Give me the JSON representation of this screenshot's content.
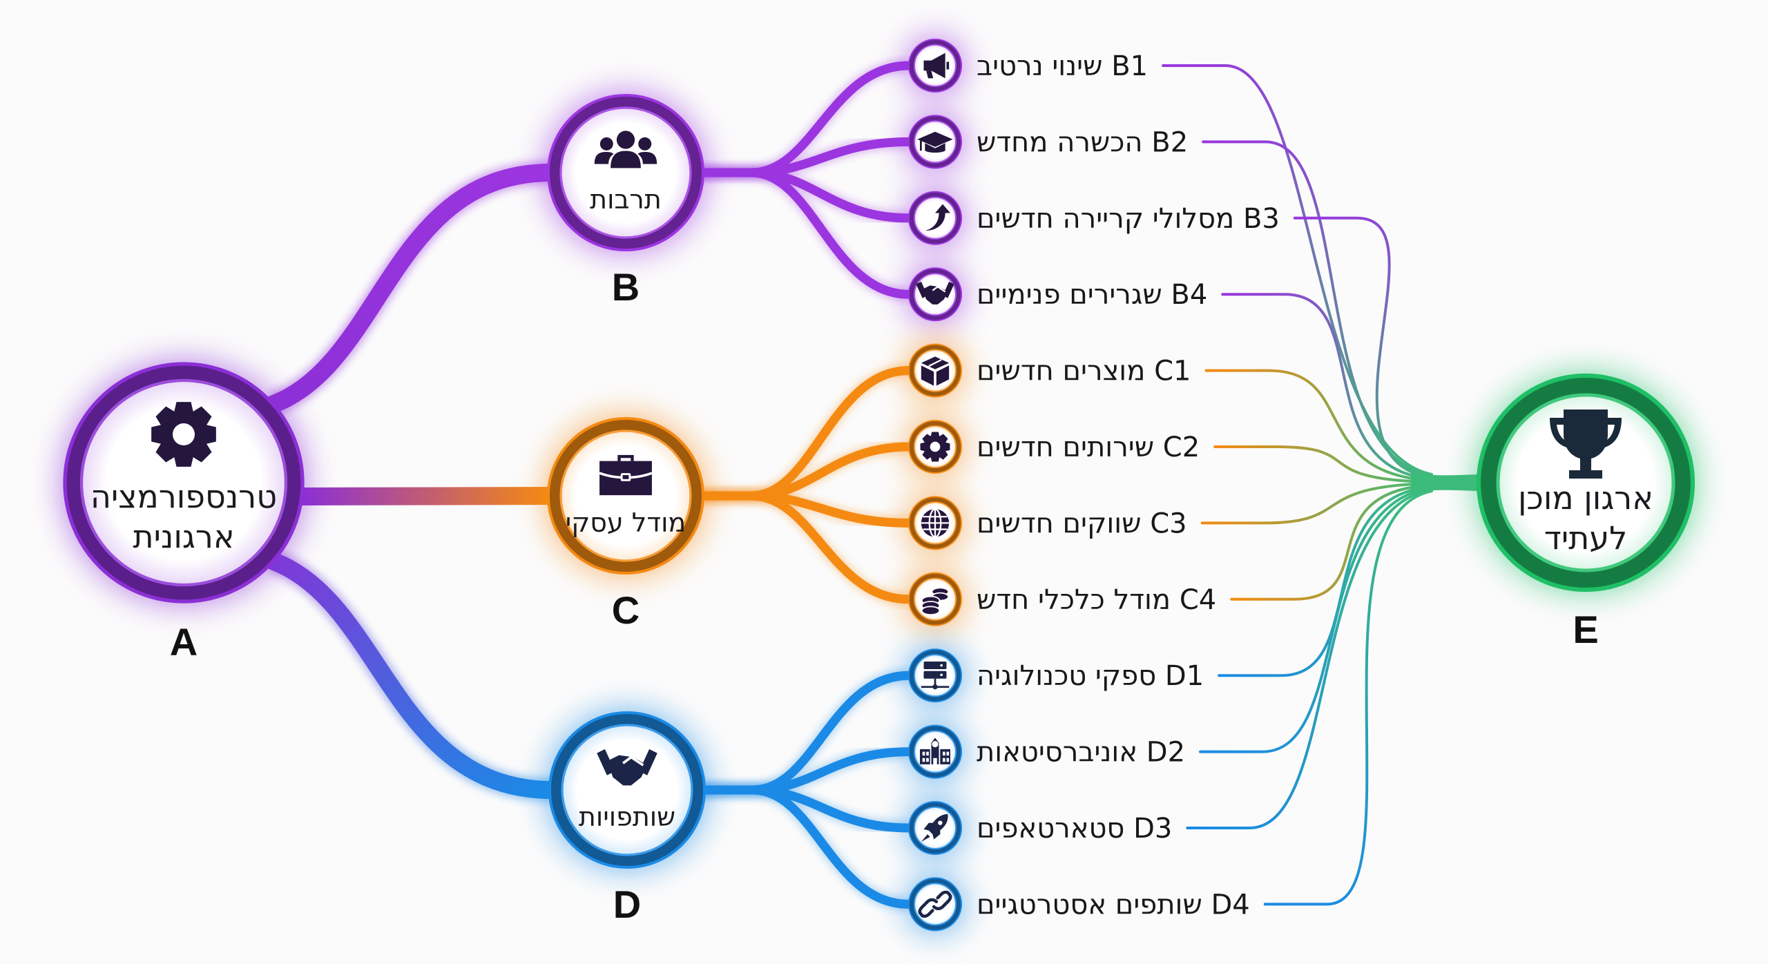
{
  "diagram": {
    "colors": {
      "A": "#8b2fd6",
      "B": "#9b35e0",
      "C": "#f58a12",
      "D": "#1a8ae6",
      "E": "#1fbf66",
      "icon": "#25163d",
      "icon_blue": "#1c2447",
      "icon_green": "#1a2a3a"
    },
    "root": {
      "id": "A",
      "letter": "A",
      "label_lines": [
        "טרנספורמציה",
        "ארגונית"
      ],
      "icon": "gear-icon"
    },
    "target": {
      "id": "E",
      "letter": "E",
      "label_lines": [
        "ארגון מוכן",
        "לעתיד"
      ],
      "icon": "trophy-icon"
    },
    "branches": [
      {
        "id": "B",
        "letter": "B",
        "label": "תרבות",
        "icon": "users-icon",
        "leaves": [
          {
            "code": "B1",
            "text": "שינוי נרטיב",
            "icon": "megaphone-icon"
          },
          {
            "code": "B2",
            "text": "הכשרה מחדש",
            "icon": "graduation-cap-icon"
          },
          {
            "code": "B3",
            "text": "מסלולי קריירה חדשים",
            "icon": "trend-arrow-icon"
          },
          {
            "code": "B4",
            "text": "שגרירים פנימיים",
            "icon": "handshake-icon"
          }
        ]
      },
      {
        "id": "C",
        "letter": "C",
        "label": "מודל עסקי",
        "icon": "briefcase-icon",
        "leaves": [
          {
            "code": "C1",
            "text": "מוצרים חדשים",
            "icon": "package-icon"
          },
          {
            "code": "C2",
            "text": "שירותים חדשים",
            "icon": "gear-icon"
          },
          {
            "code": "C3",
            "text": "שווקים חדשים",
            "icon": "globe-icon"
          },
          {
            "code": "C4",
            "text": "מודל כלכלי חדש",
            "icon": "coins-icon"
          }
        ]
      },
      {
        "id": "D",
        "letter": "D",
        "label": "שותפויות",
        "icon": "handshake-icon",
        "leaves": [
          {
            "code": "D1",
            "text": "ספקי טכנולוגיה",
            "icon": "server-icon"
          },
          {
            "code": "D2",
            "text": "אוניברסיטאות",
            "icon": "university-icon"
          },
          {
            "code": "D3",
            "text": "סטארטאפים",
            "icon": "rocket-icon"
          },
          {
            "code": "D4",
            "text": "שותפים אסטרטגיים",
            "icon": "link-icon"
          }
        ]
      }
    ]
  }
}
